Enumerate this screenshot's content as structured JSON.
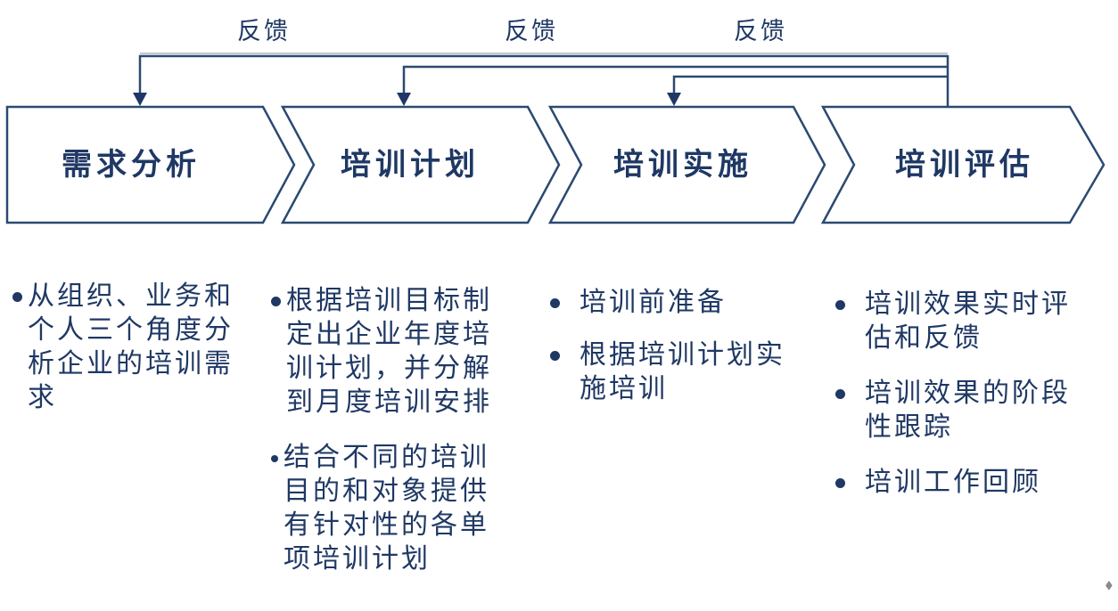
{
  "diagram_title_semantic": "training-process-flow",
  "colors": {
    "navy_text": "#1f3864",
    "shape_stroke": "#2a4a70",
    "shape_fill": "#ffffff",
    "corner_mark_gray": "#8a8a8a"
  },
  "feedback": {
    "label_1": "反馈",
    "label_2": "反馈",
    "label_3": "反馈"
  },
  "stages": [
    {
      "title": "需求分析",
      "bullets": [
        {
          "text": "从组织、业务和\n个人三个角度分\n析企业的培训需\n求"
        }
      ]
    },
    {
      "title": "培训计划",
      "bullets": [
        {
          "text": "根据培训目标制\n定出企业年度培\n训计划，并分解\n到月度培训安排"
        },
        {
          "text": "结合不同的培训\n目的和对象提供\n有针对性的各单\n项培训计划"
        }
      ]
    },
    {
      "title": "培训实施",
      "bullets": [
        {
          "text": "培训前准备"
        },
        {
          "text": "根据培训计划实\n施培训"
        }
      ]
    },
    {
      "title": "培训评估",
      "bullets": [
        {
          "text": "培训效果实时评\n估和反馈"
        },
        {
          "text": "培训效果的阶段\n性跟踪"
        },
        {
          "text": "培训工作回顾"
        }
      ]
    }
  ],
  "corner_mark": "◆"
}
